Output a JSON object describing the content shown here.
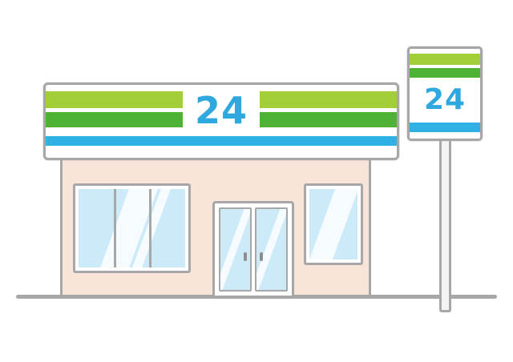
{
  "scene": {
    "description": "convenience store illustration, open 24 hours",
    "store_sign_text": "24",
    "pole_sign_text": "24"
  },
  "colors": {
    "outline": "#a7a7a7",
    "light_green_stripe": "#a2ce38",
    "green_stripe": "#4eb234",
    "blue_stripe": "#2fb1e4",
    "sign_text_blue": "#2fa8e0",
    "wall_pink": "#f8e4d9",
    "window_glass_blue": "#cdeaf8",
    "pole_gray": "#f4f4f4",
    "ground_gray": "#a7a7a7"
  }
}
